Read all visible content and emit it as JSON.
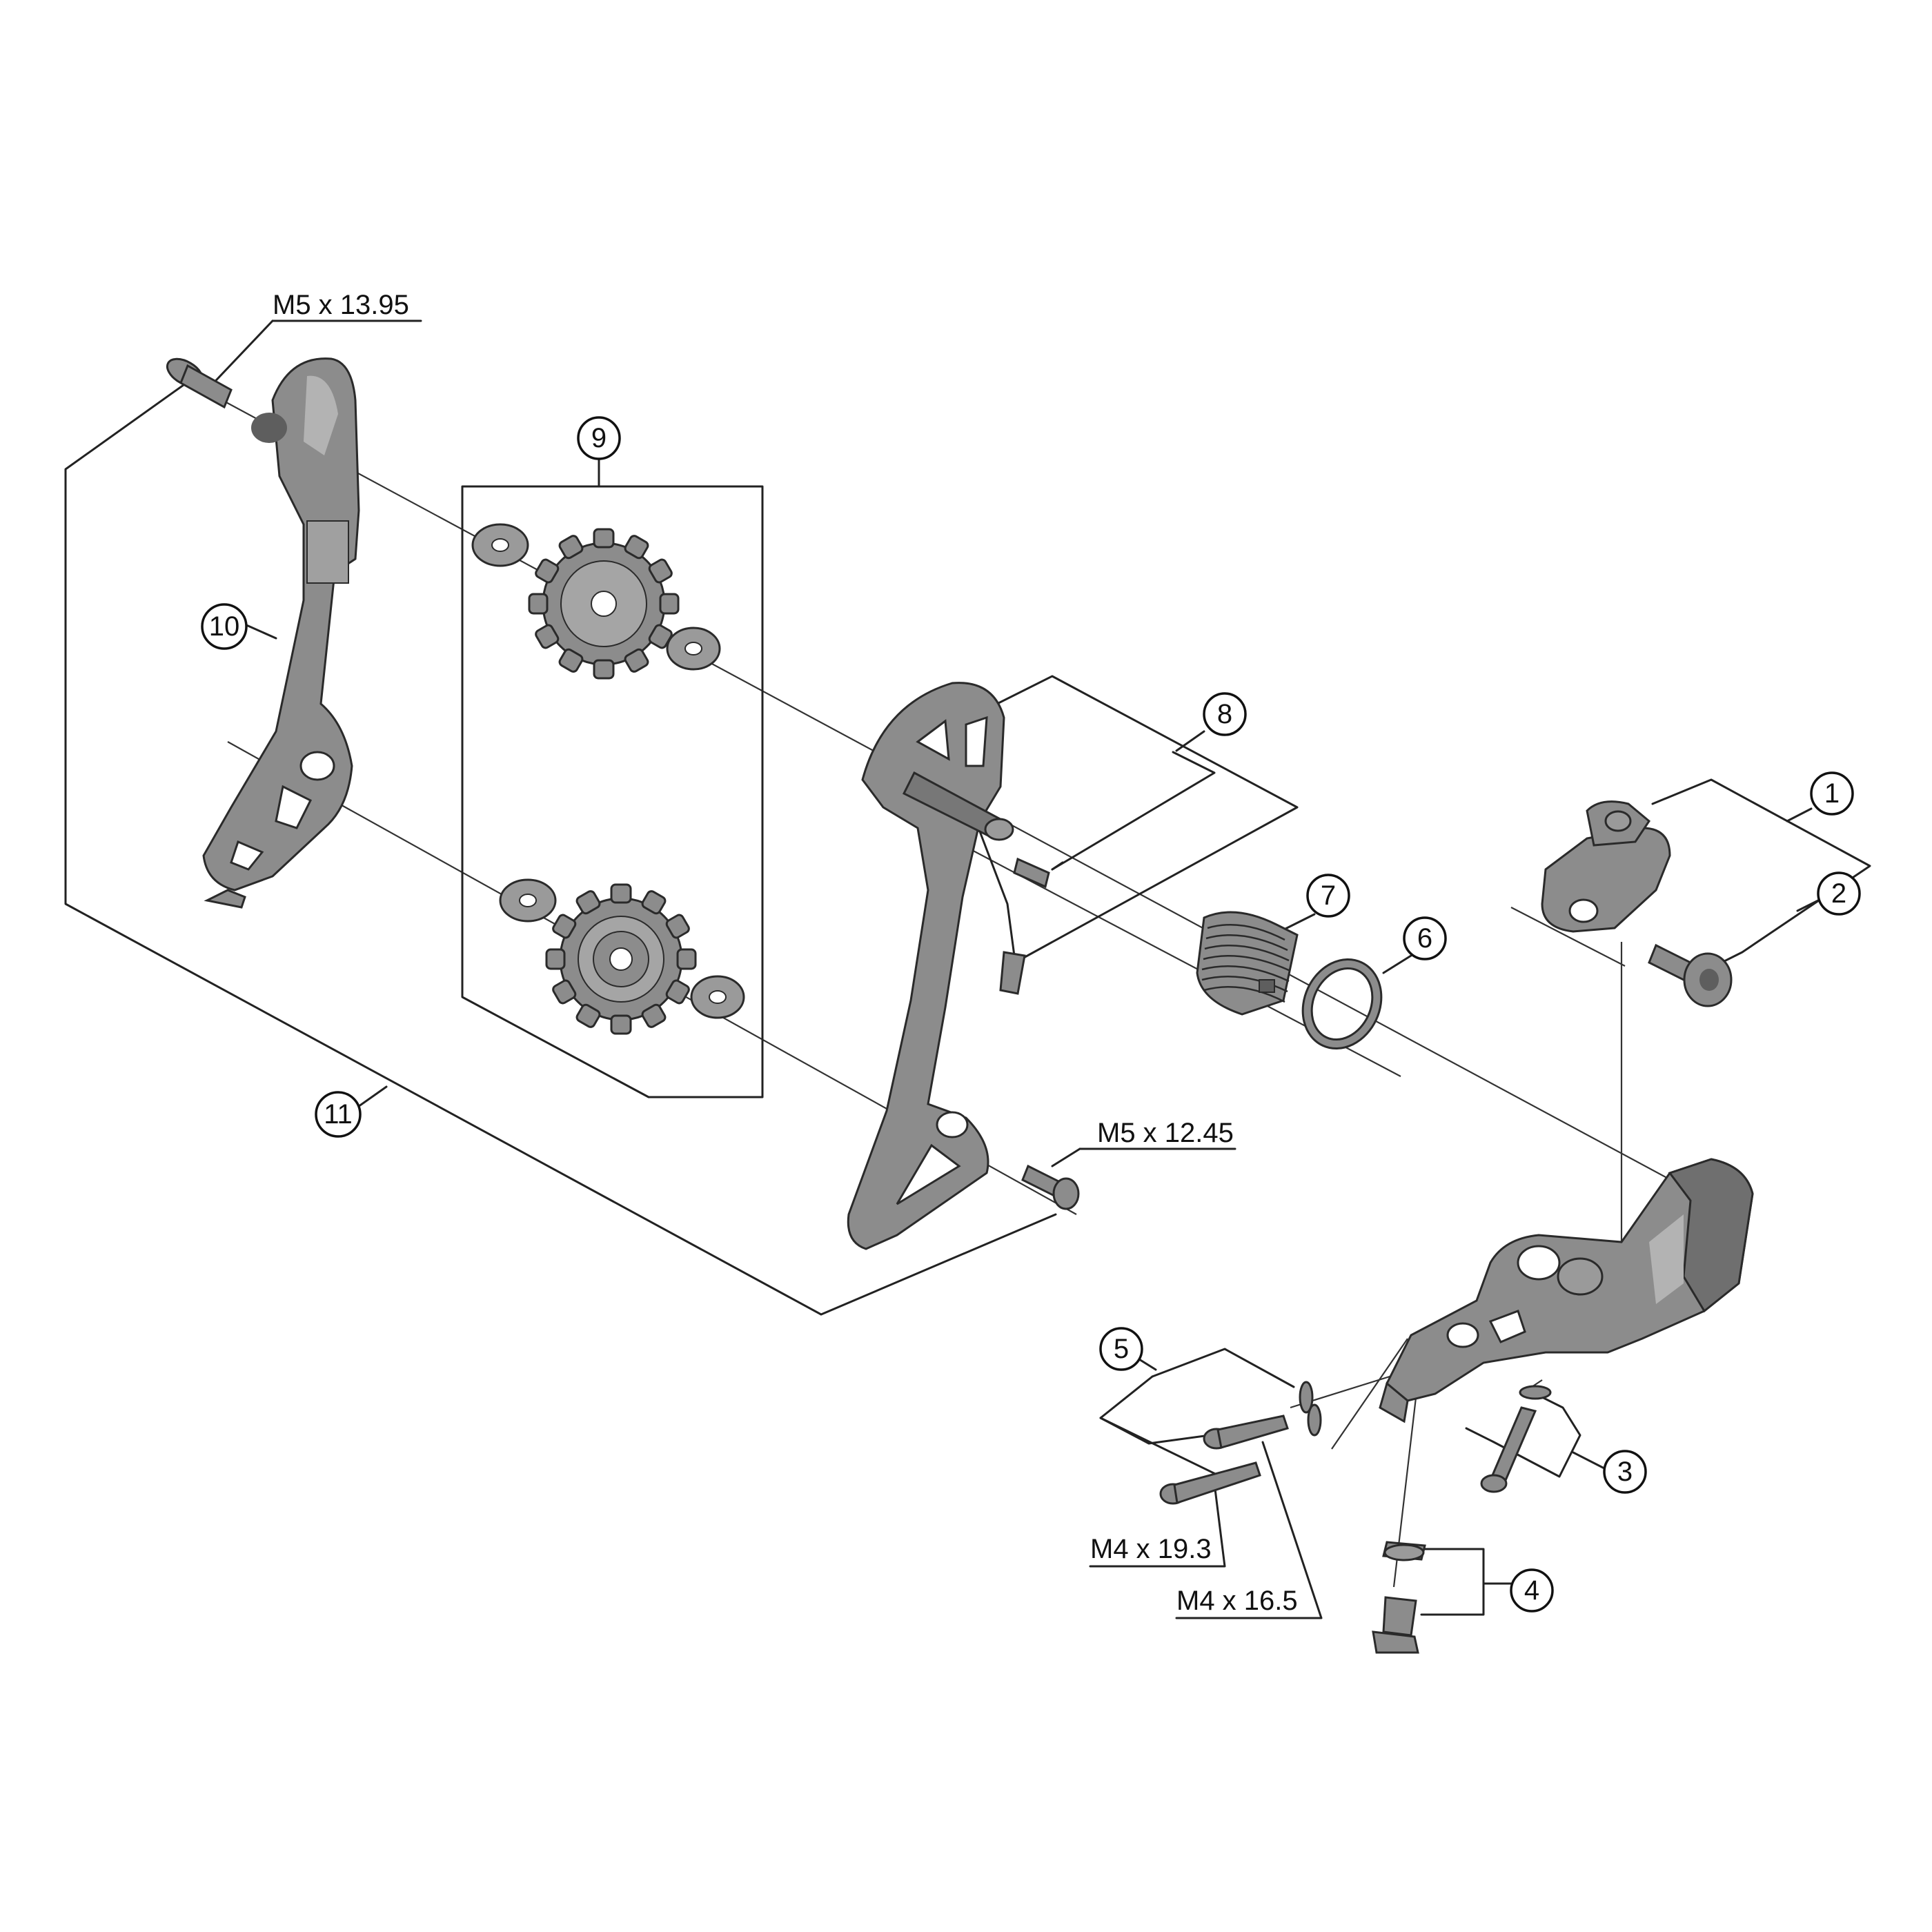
{
  "colors": {
    "part_fill": "#8c8c8c",
    "part_dark": "#5e5e5e",
    "part_light": "#b3b3b3",
    "line": "#222222",
    "background": "#ffffff"
  },
  "callouts": [
    "1",
    "2",
    "3",
    "4",
    "5",
    "6",
    "7",
    "8",
    "9",
    "10",
    "11"
  ],
  "specs": {
    "upper_pulley_bolt": "M5 x 13.95",
    "lower_pulley_bolt": "M5 x 12.45",
    "bolt_long": "M4 x 19.3",
    "bolt_short": "M4 x 16.5"
  }
}
